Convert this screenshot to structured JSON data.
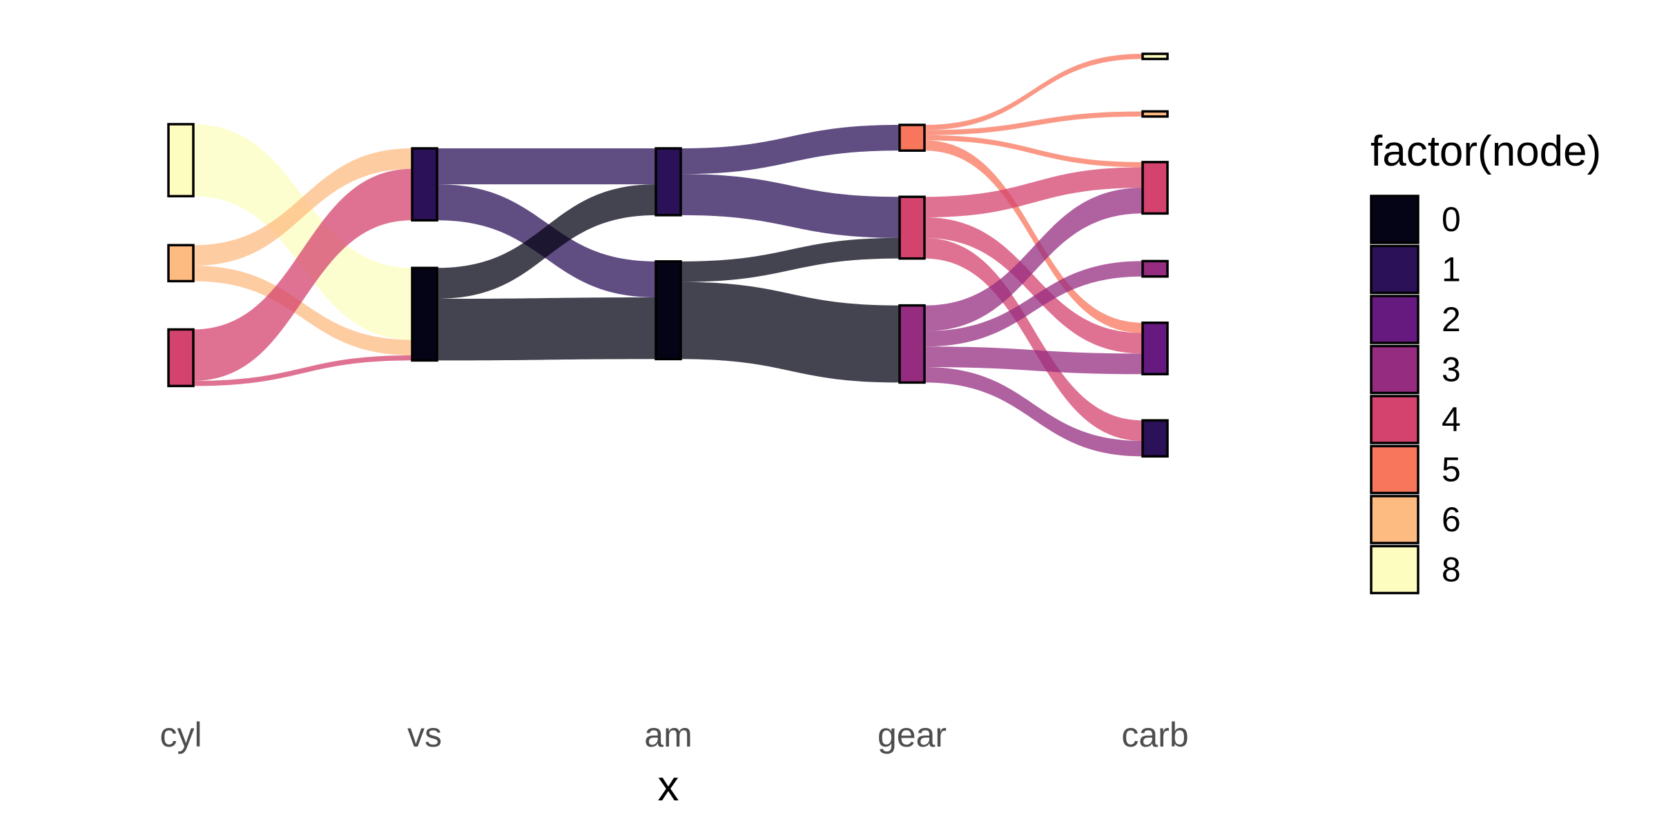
{
  "chart_data": {
    "type": "sankey",
    "xlabel": "x",
    "axes": [
      "cyl",
      "vs",
      "am",
      "gear",
      "carb"
    ],
    "colors": {
      "0": "#050416",
      "1": "#2b1158",
      "2": "#661a80",
      "3": "#952c80",
      "4": "#d4436e",
      "5": "#f8765c",
      "6": "#febb81",
      "8": "#fcfdbf"
    },
    "legend": {
      "title": "factor(node)",
      "position": "right",
      "entries": [
        "0",
        "1",
        "2",
        "3",
        "4",
        "5",
        "6",
        "8"
      ]
    },
    "columns": [
      {
        "axis": "cyl",
        "nodes": [
          {
            "label": "8",
            "value": 14
          },
          {
            "label": "6",
            "value": 7
          },
          {
            "label": "4",
            "value": 11
          }
        ]
      },
      {
        "axis": "vs",
        "nodes": [
          {
            "label": "1",
            "value": 14
          },
          {
            "label": "0",
            "value": 18
          }
        ]
      },
      {
        "axis": "am",
        "nodes": [
          {
            "label": "1",
            "value": 13
          },
          {
            "label": "0",
            "value": 19
          }
        ]
      },
      {
        "axis": "gear",
        "nodes": [
          {
            "label": "5",
            "value": 5
          },
          {
            "label": "4",
            "value": 12
          },
          {
            "label": "3",
            "value": 15
          }
        ]
      },
      {
        "axis": "carb",
        "nodes": [
          {
            "label": "8",
            "value": 1
          },
          {
            "label": "6",
            "value": 1
          },
          {
            "label": "4",
            "value": 10
          },
          {
            "label": "3",
            "value": 3
          },
          {
            "label": "2",
            "value": 10
          },
          {
            "label": "1",
            "value": 7
          }
        ]
      }
    ],
    "flows": [
      [
        {
          "from": "8",
          "to": "0",
          "value": 14
        },
        {
          "from": "6",
          "to": "1",
          "value": 4
        },
        {
          "from": "6",
          "to": "0",
          "value": 3
        },
        {
          "from": "4",
          "to": "1",
          "value": 10
        },
        {
          "from": "4",
          "to": "0",
          "value": 1
        }
      ],
      [
        {
          "from": "1",
          "to": "1",
          "value": 7
        },
        {
          "from": "1",
          "to": "0",
          "value": 7
        },
        {
          "from": "0",
          "to": "1",
          "value": 6
        },
        {
          "from": "0",
          "to": "0",
          "value": 12
        }
      ],
      [
        {
          "from": "1",
          "to": "5",
          "value": 5
        },
        {
          "from": "1",
          "to": "4",
          "value": 8
        },
        {
          "from": "0",
          "to": "4",
          "value": 4
        },
        {
          "from": "0",
          "to": "3",
          "value": 15
        }
      ],
      [
        {
          "from": "5",
          "to": "8",
          "value": 1
        },
        {
          "from": "5",
          "to": "6",
          "value": 1
        },
        {
          "from": "5",
          "to": "4",
          "value": 1
        },
        {
          "from": "5",
          "to": "2",
          "value": 2
        },
        {
          "from": "4",
          "to": "4",
          "value": 4
        },
        {
          "from": "4",
          "to": "2",
          "value": 4
        },
        {
          "from": "4",
          "to": "1",
          "value": 4
        },
        {
          "from": "3",
          "to": "4",
          "value": 5
        },
        {
          "from": "3",
          "to": "3",
          "value": 3
        },
        {
          "from": "3",
          "to": "2",
          "value": 4
        },
        {
          "from": "3",
          "to": "1",
          "value": 3
        }
      ]
    ]
  }
}
